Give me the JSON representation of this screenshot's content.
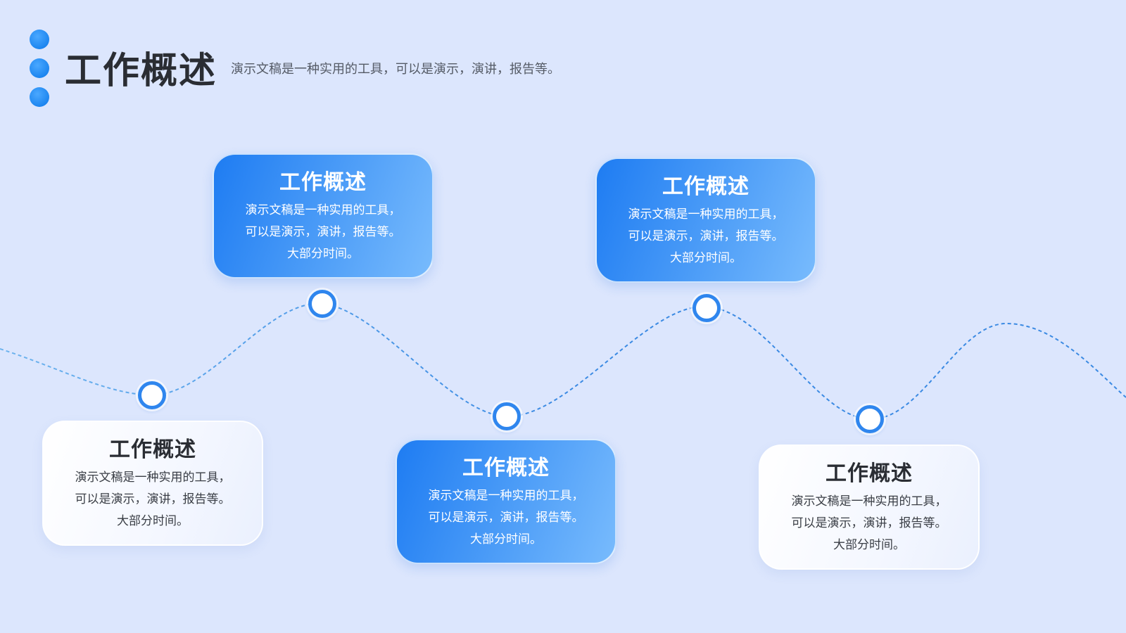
{
  "header": {
    "title": "工作概述",
    "subtitle": "演示文稿是一种实用的工具，可以是演示，演讲，报告等。"
  },
  "colors": {
    "background": "#dce6fd",
    "accent": "#2f86ee",
    "wave_line": "#5aa6ea"
  },
  "steps": [
    {
      "title": "工作概述",
      "line1": "演示文稿是一种实用的工具，",
      "line2": "可以是演示，演讲，报告等。",
      "line3": "大部分时间。",
      "style": "white"
    },
    {
      "title": "工作概述",
      "line1": "演示文稿是一种实用的工具，",
      "line2": "可以是演示，演讲，报告等。",
      "line3": "大部分时间。",
      "style": "blue"
    },
    {
      "title": "工作概述",
      "line1": "演示文稿是一种实用的工具，",
      "line2": "可以是演示，演讲，报告等。",
      "line3": "大部分时间。",
      "style": "blue"
    },
    {
      "title": "工作概述",
      "line1": "演示文稿是一种实用的工具，",
      "line2": "可以是演示，演讲，报告等。",
      "line3": "大部分时间。",
      "style": "blue"
    },
    {
      "title": "工作概述",
      "line1": "演示文稿是一种实用的工具，",
      "line2": "可以是演示，演讲，报告等。",
      "line3": "大部分时间。",
      "style": "white"
    }
  ]
}
